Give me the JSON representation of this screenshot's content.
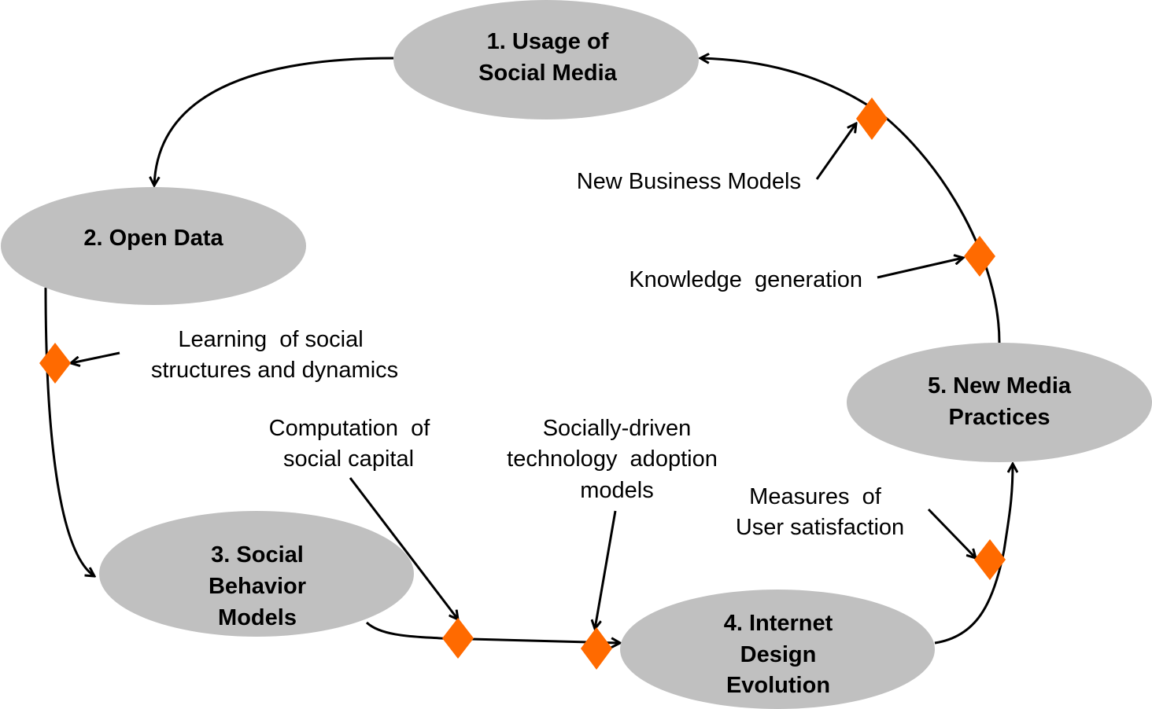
{
  "nodes": {
    "usage": {
      "line1": "1. Usage of",
      "line2": "Social Media"
    },
    "open_data": {
      "line1": "2. Open Data"
    },
    "behavior": {
      "line1": "3. Social",
      "line2": "Behavior",
      "line3": "Models"
    },
    "internet": {
      "line1": "4. Internet",
      "line2": "Design",
      "line3": "Evolution"
    },
    "practices": {
      "line1": "5. New Media",
      "line2": "Practices"
    }
  },
  "annotations": {
    "business_models": {
      "line1": "New Business Models"
    },
    "knowledge": {
      "line1": "Knowledge  generation"
    },
    "learning": {
      "line1": "Learning  of social",
      "line2": "structures and dynamics"
    },
    "social_capital": {
      "line1": "Computation  of",
      "line2": "social capital"
    },
    "adoption": {
      "line1": "Socially-driven",
      "line2": "technology  adoption",
      "line3": "models"
    },
    "satisfaction": {
      "line1": "Measures  of",
      "line2": "User satisfaction"
    }
  },
  "colors": {
    "node_fill": "#c0c0c0",
    "marker_fill": "#ff6a00",
    "line": "#000000"
  }
}
